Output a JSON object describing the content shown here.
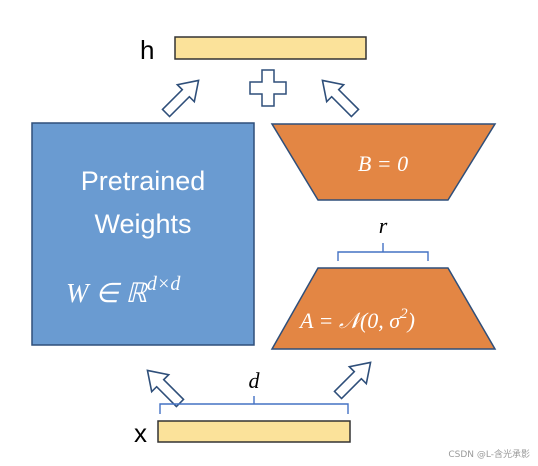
{
  "labels": {
    "h": "h",
    "x": "x",
    "plus": "+",
    "pretrained_line1": "Pretrained",
    "pretrained_line2": "Weights",
    "w_formula": "W ∈ ℝ",
    "w_sup": "d×d",
    "b_formula": "B = 0",
    "a_formula": "A = 𝒩(0, σ",
    "a_sup": "2",
    "a_close": ")",
    "r": "r",
    "d": "d"
  },
  "watermark": "CSDN @L-含光承影",
  "colors": {
    "bar_fill": "#FBE29A",
    "bar_stroke": "#333333",
    "weights_fill": "#6A9BD1",
    "weights_stroke": "#2F4F7A",
    "trap_fill": "#E38644",
    "trap_stroke": "#2F4F7A",
    "arrow_stroke": "#2F4F7A",
    "bracket_stroke": "#4472C4",
    "white_text": "#FFFFFF"
  }
}
